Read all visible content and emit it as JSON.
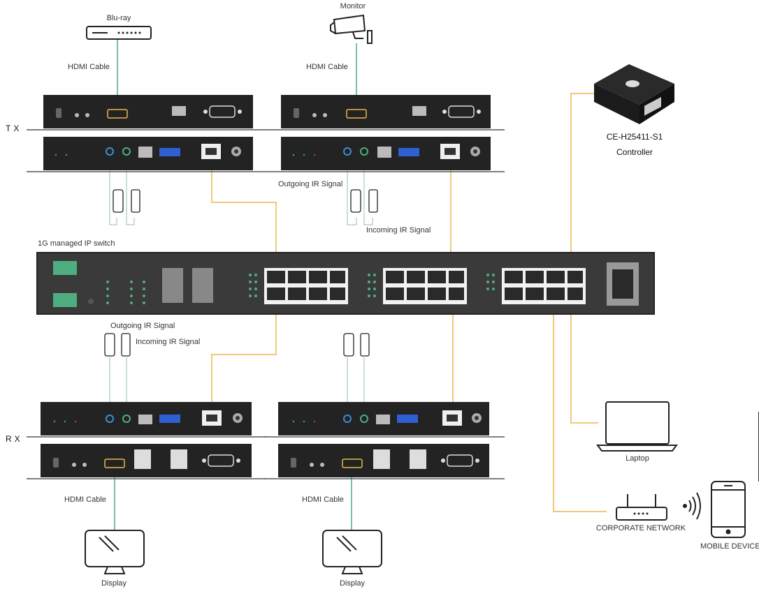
{
  "labels": {
    "bluray": "Blu-ray",
    "monitor": "Monitor",
    "hdmi_cable": "HDMI Cable",
    "tx": "TX",
    "rx": "RX",
    "outgoing_ir": "Outgoing IR Signal",
    "incoming_ir": "Incoming IR Signal",
    "switch": "1G managed IP switch",
    "controller_model": "CE-H25411-S1",
    "controller": "Controller",
    "laptop": "Laptop",
    "corporate_network": "CORPORATE NETWORK",
    "mobile_device": "MOBILE DEVICE",
    "display": "Display"
  },
  "colors": {
    "ethernet_line": "#e8b84a",
    "hdmi_line": "#4fae7f",
    "ir_line": "#a8c8c8",
    "device_body": "#232323",
    "device_edge": "#555555"
  },
  "icons": {
    "bluray": "blu-ray-player-icon",
    "monitor": "security-camera-icon",
    "controller": "controller-box-icon",
    "laptop": "laptop-icon",
    "router": "router-icon",
    "wifi": "wireless-signal-icon",
    "phone": "mobile-phone-icon",
    "display": "monitor-display-icon"
  }
}
